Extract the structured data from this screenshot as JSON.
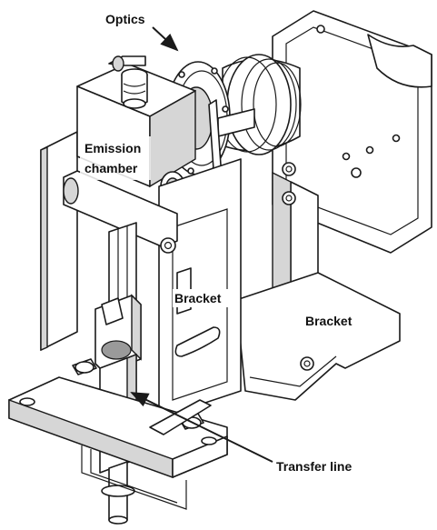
{
  "labels": {
    "optics": "Optics",
    "emission_chamber_line1": "Emission",
    "emission_chamber_line2": "chamber",
    "bracket_inner": "Bracket",
    "bracket_outer": "Bracket",
    "transfer_line": "Transfer line"
  },
  "colors": {
    "line": "#1a1a1a",
    "fill": "#ffffff",
    "shade": "#d6d6d6",
    "dark_shade": "#9a9a9a"
  }
}
